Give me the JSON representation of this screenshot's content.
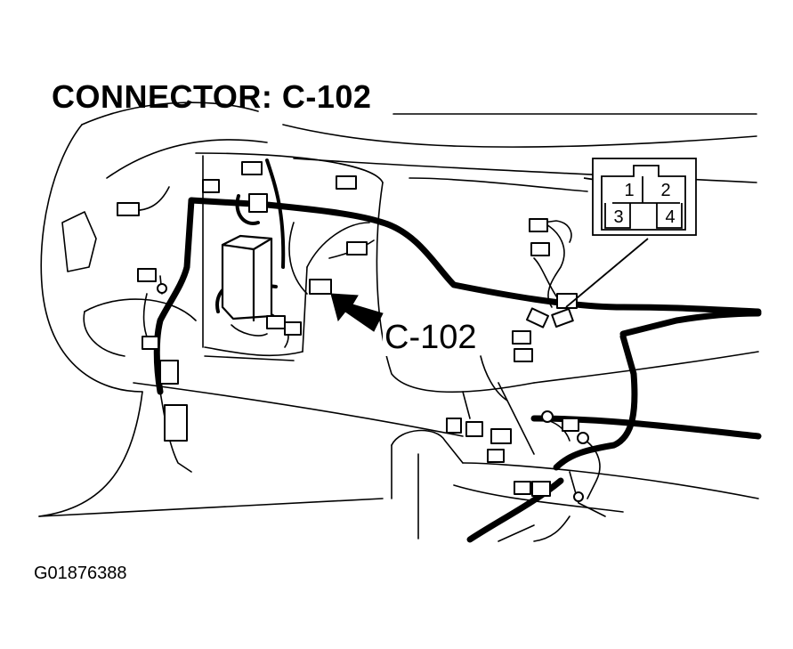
{
  "title": "CONNECTOR: C-102",
  "callout_label": "C-102",
  "figure_id": "G01876388",
  "connector_face": {
    "pins": [
      "1",
      "2",
      "3",
      "4"
    ]
  },
  "colors": {
    "line": "#000000",
    "background": "#ffffff"
  }
}
